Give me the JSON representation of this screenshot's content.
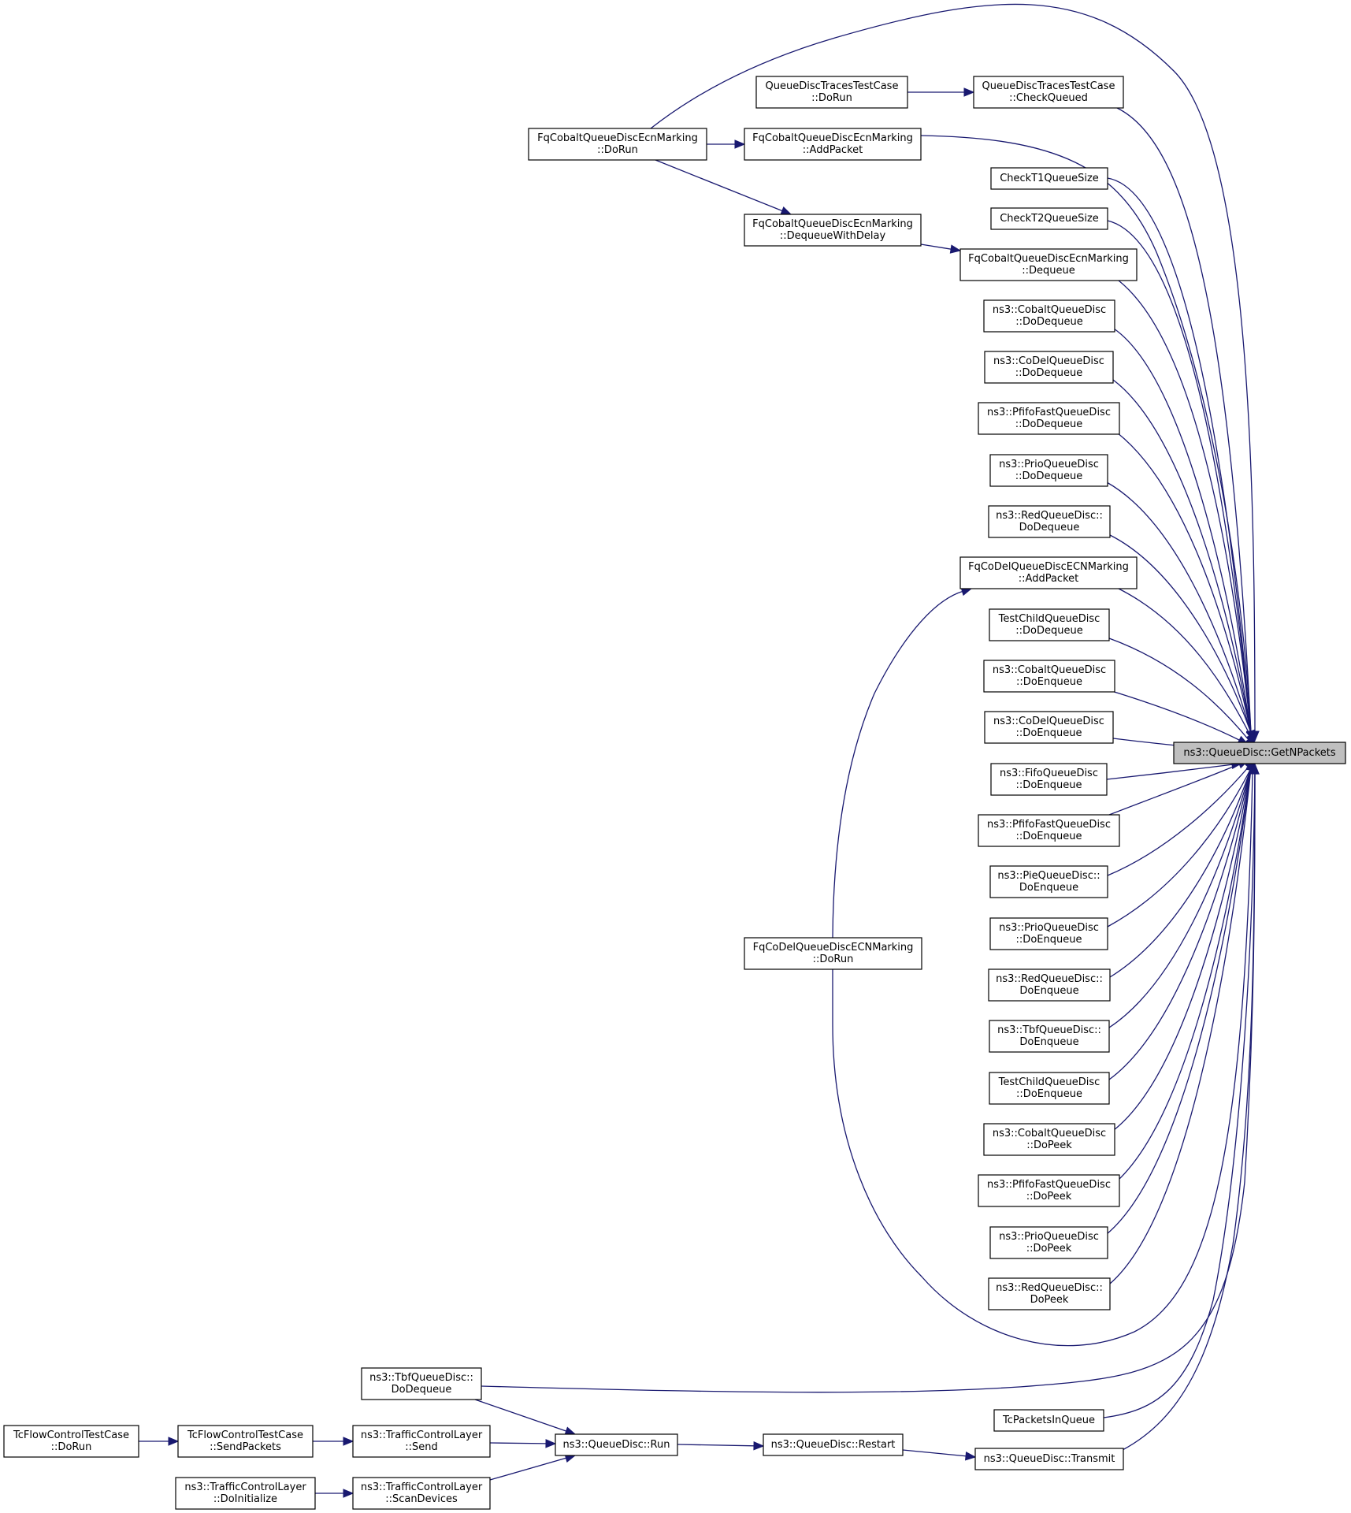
{
  "diagram": {
    "focus": "ns3::QueueDisc::GetNPackets",
    "colors": {
      "edge": "#191970",
      "node_border": "#000000",
      "focus_fill": "#bfbfbf",
      "background": "#ffffff"
    },
    "nodes": [
      {
        "id": "getn",
        "lines": [
          "ns3::QueueDisc::GetNPackets"
        ]
      },
      {
        "id": "fqc_dorun",
        "lines": [
          "FqCobaltQueueDiscEcnMarking",
          "::DoRun"
        ]
      },
      {
        "id": "qdt_dorun",
        "lines": [
          "QueueDiscTracesTestCase",
          "::DoRun"
        ]
      },
      {
        "id": "qdt_check",
        "lines": [
          "QueueDiscTracesTestCase",
          "::CheckQueued"
        ]
      },
      {
        "id": "fqc_add",
        "lines": [
          "FqCobaltQueueDiscEcnMarking",
          "::AddPacket"
        ]
      },
      {
        "id": "ct1",
        "lines": [
          "CheckT1QueueSize"
        ]
      },
      {
        "id": "ct2",
        "lines": [
          "CheckT2QueueSize"
        ]
      },
      {
        "id": "fqc_dqwd",
        "lines": [
          "FqCobaltQueueDiscEcnMarking",
          "::DequeueWithDelay"
        ]
      },
      {
        "id": "fqc_deq",
        "lines": [
          "FqCobaltQueueDiscEcnMarking",
          "::Dequeue"
        ]
      },
      {
        "id": "cob_dd",
        "lines": [
          "ns3::CobaltQueueDisc",
          "::DoDequeue"
        ]
      },
      {
        "id": "codel_dd",
        "lines": [
          "ns3::CoDelQueueDisc",
          "::DoDequeue"
        ]
      },
      {
        "id": "pf_dd",
        "lines": [
          "ns3::PfifoFastQueueDisc",
          "::DoDequeue"
        ]
      },
      {
        "id": "prio_dd",
        "lines": [
          "ns3::PrioQueueDisc",
          "::DoDequeue"
        ]
      },
      {
        "id": "red_dd",
        "lines": [
          "ns3::RedQueueDisc::",
          "DoDequeue"
        ]
      },
      {
        "id": "fqcd_add",
        "lines": [
          "FqCoDelQueueDiscECNMarking",
          "::AddPacket"
        ]
      },
      {
        "id": "tc_dd",
        "lines": [
          "TestChildQueueDisc",
          "::DoDequeue"
        ]
      },
      {
        "id": "cob_de",
        "lines": [
          "ns3::CobaltQueueDisc",
          "::DoEnqueue"
        ]
      },
      {
        "id": "codel_de",
        "lines": [
          "ns3::CoDelQueueDisc",
          "::DoEnqueue"
        ]
      },
      {
        "id": "fifo_de",
        "lines": [
          "ns3::FifoQueueDisc",
          "::DoEnqueue"
        ]
      },
      {
        "id": "pf_de",
        "lines": [
          "ns3::PfifoFastQueueDisc",
          "::DoEnqueue"
        ]
      },
      {
        "id": "pie_de",
        "lines": [
          "ns3::PieQueueDisc::",
          "DoEnqueue"
        ]
      },
      {
        "id": "prio_de",
        "lines": [
          "ns3::PrioQueueDisc",
          "::DoEnqueue"
        ]
      },
      {
        "id": "red_de",
        "lines": [
          "ns3::RedQueueDisc::",
          "DoEnqueue"
        ]
      },
      {
        "id": "tbf_de",
        "lines": [
          "ns3::TbfQueueDisc::",
          "DoEnqueue"
        ]
      },
      {
        "id": "tc_de",
        "lines": [
          "TestChildQueueDisc",
          "::DoEnqueue"
        ]
      },
      {
        "id": "cob_dp",
        "lines": [
          "ns3::CobaltQueueDisc",
          "::DoPeek"
        ]
      },
      {
        "id": "pf_dp",
        "lines": [
          "ns3::PfifoFastQueueDisc",
          "::DoPeek"
        ]
      },
      {
        "id": "prio_dp",
        "lines": [
          "ns3::PrioQueueDisc",
          "::DoPeek"
        ]
      },
      {
        "id": "red_dp",
        "lines": [
          "ns3::RedQueueDisc::",
          "DoPeek"
        ]
      },
      {
        "id": "fqcd_run",
        "lines": [
          "FqCoDelQueueDiscECNMarking",
          "::DoRun"
        ]
      },
      {
        "id": "tbf_dd",
        "lines": [
          "ns3::TbfQueueDisc::",
          "DoDequeue"
        ]
      },
      {
        "id": "tcpiq",
        "lines": [
          "TcPacketsInQueue"
        ]
      },
      {
        "id": "transmit",
        "lines": [
          "ns3::QueueDisc::Transmit"
        ]
      },
      {
        "id": "restart",
        "lines": [
          "ns3::QueueDisc::Restart"
        ]
      },
      {
        "id": "run",
        "lines": [
          "ns3::QueueDisc::Run"
        ]
      },
      {
        "id": "tcl_send",
        "lines": [
          "ns3::TrafficControlLayer",
          "::Send"
        ]
      },
      {
        "id": "tcl_scan",
        "lines": [
          "ns3::TrafficControlLayer",
          "::ScanDevices"
        ]
      },
      {
        "id": "tcf_send",
        "lines": [
          "TcFlowControlTestCase",
          "::SendPackets"
        ]
      },
      {
        "id": "tcf_run",
        "lines": [
          "TcFlowControlTestCase",
          "::DoRun"
        ]
      },
      {
        "id": "tcl_init",
        "lines": [
          "ns3::TrafficControlLayer",
          "::DoInitialize"
        ]
      }
    ],
    "edges": [
      {
        "from": "fqc_dorun",
        "to": "getn"
      },
      {
        "from": "qdt_check",
        "to": "getn"
      },
      {
        "from": "fqc_add",
        "to": "getn"
      },
      {
        "from": "ct1",
        "to": "getn"
      },
      {
        "from": "ct2",
        "to": "getn"
      },
      {
        "from": "fqc_deq",
        "to": "getn"
      },
      {
        "from": "cob_dd",
        "to": "getn"
      },
      {
        "from": "codel_dd",
        "to": "getn"
      },
      {
        "from": "pf_dd",
        "to": "getn"
      },
      {
        "from": "prio_dd",
        "to": "getn"
      },
      {
        "from": "red_dd",
        "to": "getn"
      },
      {
        "from": "fqcd_add",
        "to": "getn"
      },
      {
        "from": "tc_dd",
        "to": "getn"
      },
      {
        "from": "cob_de",
        "to": "getn"
      },
      {
        "from": "codel_de",
        "to": "getn"
      },
      {
        "from": "fifo_de",
        "to": "getn"
      },
      {
        "from": "pf_de",
        "to": "getn"
      },
      {
        "from": "pie_de",
        "to": "getn"
      },
      {
        "from": "prio_de",
        "to": "getn"
      },
      {
        "from": "red_de",
        "to": "getn"
      },
      {
        "from": "tbf_de",
        "to": "getn"
      },
      {
        "from": "tc_de",
        "to": "getn"
      },
      {
        "from": "cob_dp",
        "to": "getn"
      },
      {
        "from": "pf_dp",
        "to": "getn"
      },
      {
        "from": "prio_dp",
        "to": "getn"
      },
      {
        "from": "red_dp",
        "to": "getn"
      },
      {
        "from": "fqcd_run",
        "to": "getn"
      },
      {
        "from": "tbf_dd",
        "to": "getn"
      },
      {
        "from": "tcpiq",
        "to": "getn"
      },
      {
        "from": "transmit",
        "to": "getn"
      },
      {
        "from": "qdt_dorun",
        "to": "qdt_check"
      },
      {
        "from": "fqc_dorun",
        "to": "fqc_add"
      },
      {
        "from": "fqc_dorun",
        "to": "fqc_dqwd"
      },
      {
        "from": "fqc_dqwd",
        "to": "fqc_deq"
      },
      {
        "from": "fqcd_run",
        "to": "fqcd_add"
      },
      {
        "from": "tbf_dd",
        "to": "run"
      },
      {
        "from": "tcl_send",
        "to": "run"
      },
      {
        "from": "tcl_scan",
        "to": "run"
      },
      {
        "from": "run",
        "to": "restart"
      },
      {
        "from": "restart",
        "to": "transmit"
      },
      {
        "from": "tcf_send",
        "to": "tcl_send"
      },
      {
        "from": "tcf_run",
        "to": "tcf_send"
      },
      {
        "from": "tcl_init",
        "to": "tcl_scan"
      }
    ]
  }
}
